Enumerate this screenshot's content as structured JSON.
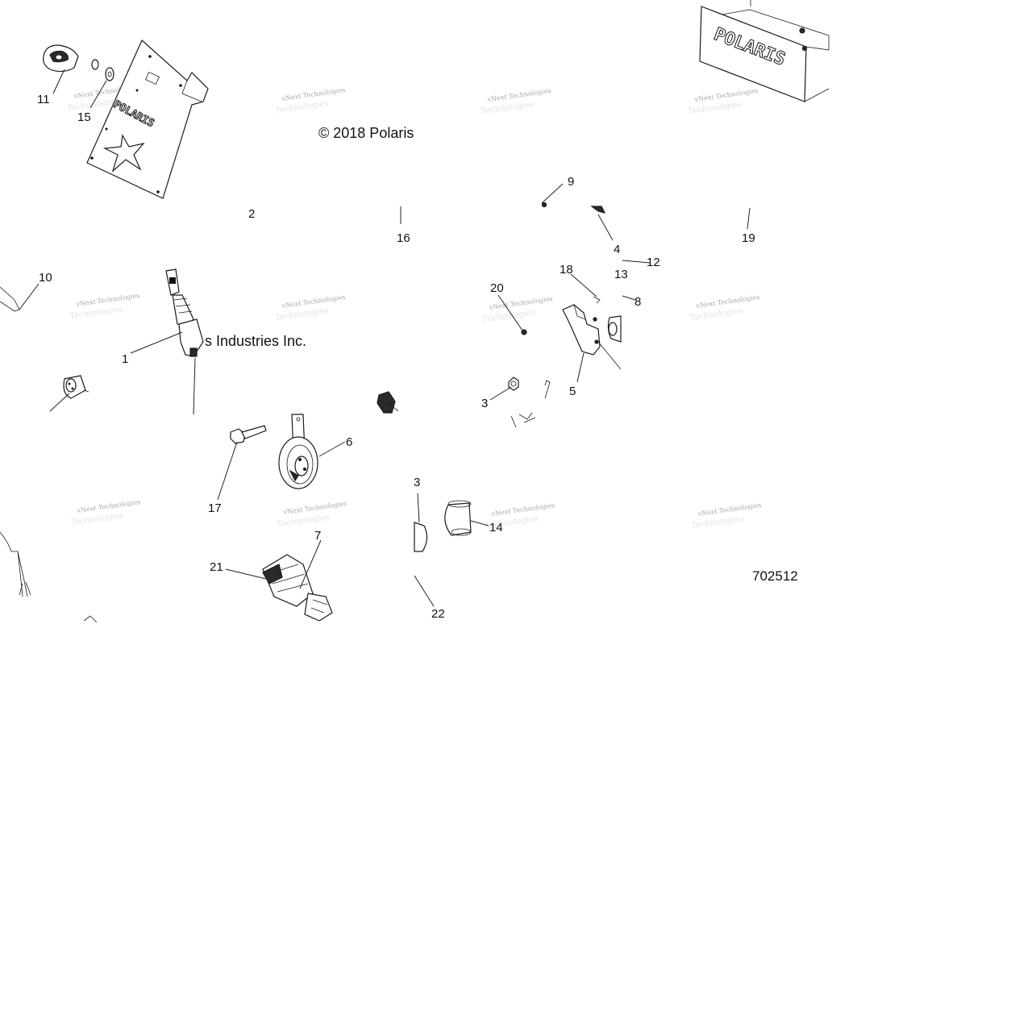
{
  "copyright_part1": "© 2018 Polaris",
  "copyright_part2": "s Industries Inc.",
  "document_number": "702512",
  "watermark_line1": "vNext Technologies",
  "watermark_line2": "Technologies",
  "plate_logo_text": "POLARIS",
  "callouts": {
    "c1": "1",
    "c2": "2",
    "c3a": "3",
    "c3b": "3",
    "c4": "4",
    "c5": "5",
    "c6": "6",
    "c7": "7",
    "c8": "8",
    "c9": "9",
    "c10": "10",
    "c11": "11",
    "c12": "12",
    "c13": "13",
    "c14": "14",
    "c15": "15",
    "c16": "16",
    "c17": "17",
    "c18": "18",
    "c19": "19",
    "c20": "20",
    "c21": "21",
    "c22": "22"
  }
}
